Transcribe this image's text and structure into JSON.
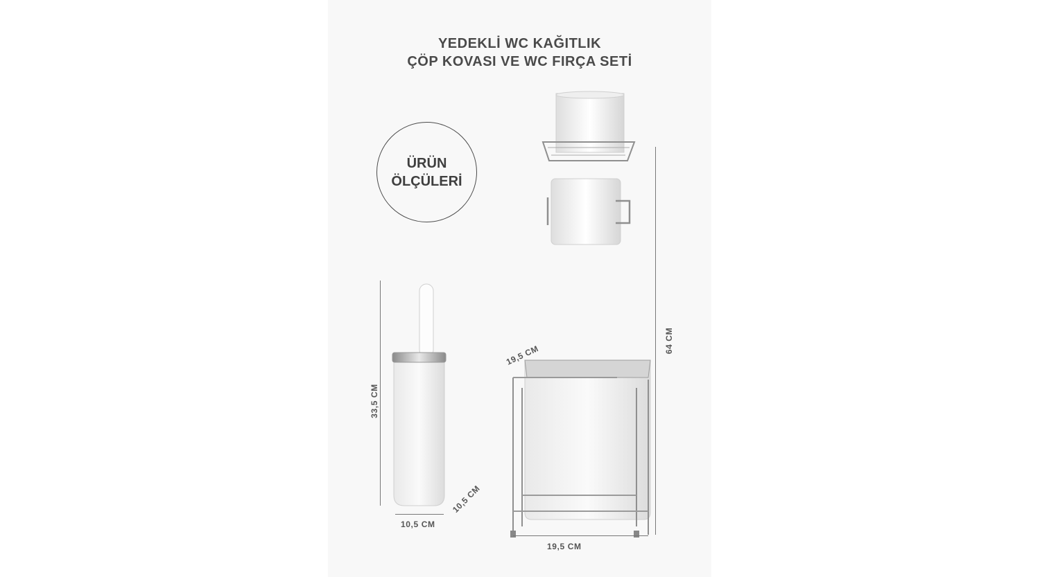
{
  "title": {
    "line1": "YEDEKLİ WC KAĞITLIK",
    "line2": "ÇÖP KOVASI VE WC FIRÇA SETİ"
  },
  "badge": {
    "line1": "ÜRÜN",
    "line2": "ÖLÇÜLERİ"
  },
  "dimensions": {
    "brush_height": "33,5 CM",
    "brush_width": "10,5 CM",
    "brush_depth": "10,5 CM",
    "stand_height": "64 CM",
    "bin_depth": "19,5 CM",
    "bin_width": "19,5 CM"
  },
  "colors": {
    "text": "#4a4a4a",
    "chrome": "#b8b8b8",
    "product_white": "#f3f3f3"
  }
}
